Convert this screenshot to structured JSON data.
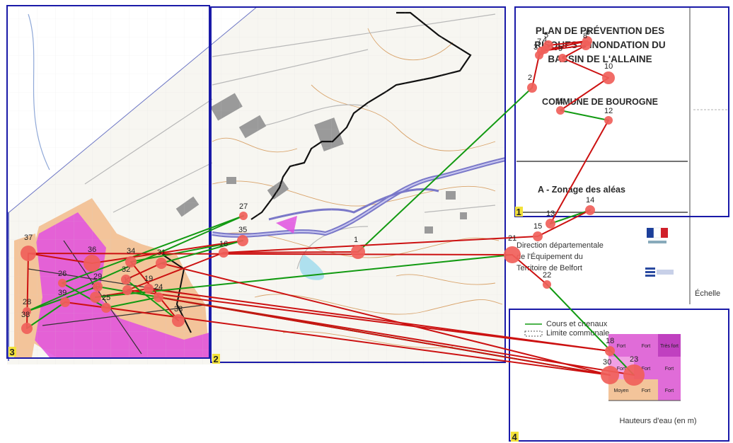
{
  "map_text": {
    "plan_title_lines": [
      "PLAN DE PRÉVENTION DES",
      "RISQUES D'INONDATION DU",
      "BASSIN DE L'ALLAINE"
    ],
    "commune": "COMMUNE DE BOUROGNE",
    "zonage": "A - Zonage des aléas",
    "direction_lines": [
      "Direction départementale",
      "de l'Équipement du",
      "Territoire de Belfort"
    ],
    "legend_lines": [
      "Cours et chenaux",
      "Limite communale"
    ],
    "scale_label": "Échelle",
    "axis_caption": "Hauteurs d'eau (en m)"
  },
  "matrix_labels": [
    "Fort",
    "Fort",
    "Très fort",
    "Fort",
    "Fort",
    "Fort",
    "Moyen",
    "Fort",
    "Fort"
  ],
  "regions": [
    {
      "label": "1"
    },
    {
      "label": "2"
    },
    {
      "label": "3"
    },
    {
      "label": "4"
    }
  ],
  "fixations": [
    {
      "id": "1"
    },
    {
      "id": "2"
    },
    {
      "id": "3"
    },
    {
      "id": "4"
    },
    {
      "id": "5"
    },
    {
      "id": "6"
    },
    {
      "id": "7"
    },
    {
      "id": "8"
    },
    {
      "id": "9"
    },
    {
      "id": "10"
    },
    {
      "id": "11"
    },
    {
      "id": "12"
    },
    {
      "id": "13"
    },
    {
      "id": "14"
    },
    {
      "id": "15"
    },
    {
      "id": "16"
    },
    {
      "id": "17"
    },
    {
      "id": "18"
    },
    {
      "id": "19"
    },
    {
      "id": "20"
    },
    {
      "id": "21"
    },
    {
      "id": "22"
    },
    {
      "id": "23"
    },
    {
      "id": "24"
    },
    {
      "id": "25"
    },
    {
      "id": "26"
    },
    {
      "id": "27"
    },
    {
      "id": "28"
    },
    {
      "id": "29"
    },
    {
      "id": "30"
    },
    {
      "id": "31"
    },
    {
      "id": "32"
    },
    {
      "id": "33"
    },
    {
      "id": "34"
    },
    {
      "id": "35"
    },
    {
      "id": "36"
    },
    {
      "id": "37"
    },
    {
      "id": "38"
    },
    {
      "id": "39"
    }
  ],
  "colors": {
    "region_border": "#1a1aa8",
    "saccade_red": "#cc1111",
    "saccade_green": "#129a12",
    "fixation_fill": "#f0605a",
    "hazard_magenta": "#e050e0",
    "hazard_peach": "#f3c49a",
    "river": "#7a78c8",
    "water": "#aee0ee"
  }
}
